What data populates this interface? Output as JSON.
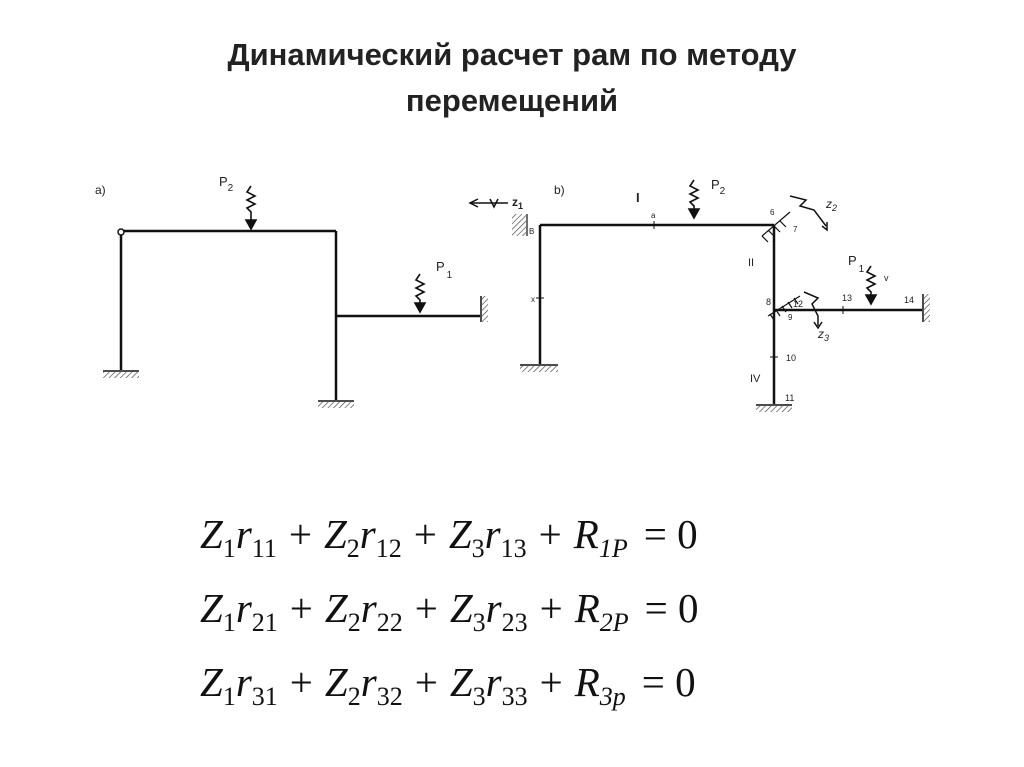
{
  "title": {
    "line1": "Динамический расчет рам по методу",
    "line2": "перемещений"
  },
  "diagram_a": {
    "label": "a)",
    "load_p2": "P",
    "load_p2_sub": "2",
    "load_p1": "P",
    "load_p1_sub": "1"
  },
  "diagram_b": {
    "label": "b)",
    "z1": "z",
    "z1_sub": "1",
    "z2": "z",
    "z2_sub": "2",
    "z3": "z",
    "z3_sub": "3",
    "load_p2": "P",
    "load_p2_sub": "2",
    "load_p1": "P",
    "load_p1_sub": "1",
    "roman_1": "I",
    "roman_2": "II",
    "roman_4": "IV",
    "node_6": "6",
    "node_8": "8",
    "node_13": "13",
    "node_14": "14",
    "node_10": "10",
    "node_11": "11",
    "node_12": "12",
    "node_a": "a",
    "node_b": "B",
    "node_7": "7",
    "node_9": "9",
    "node_x": "x",
    "node_v": "v"
  },
  "equations": [
    {
      "z1": "Z",
      "z1s": "1",
      "r1": "r",
      "r1s": "11",
      "z2": "Z",
      "z2s": "2",
      "r2": "r",
      "r2s": "12",
      "z3": "Z",
      "z3s": "3",
      "r3": "r",
      "r3s": "13",
      "R": "R",
      "Rs": "1P",
      "plus": "+",
      "eq": "= 0"
    },
    {
      "z1": "Z",
      "z1s": "1",
      "r1": "r",
      "r1s": "21",
      "z2": "Z",
      "z2s": "2",
      "r2": "r",
      "r2s": "22",
      "z3": "Z",
      "z3s": "3",
      "r3": "r",
      "r3s": "23",
      "R": "R",
      "Rs": "2P",
      "plus": "+",
      "eq": "= 0"
    },
    {
      "z1": "Z",
      "z1s": "1",
      "r1": "r",
      "r1s": "31",
      "z2": "Z",
      "z2s": "2",
      "r2": "r",
      "r2s": "32",
      "z3": "Z",
      "z3s": "3",
      "r3": "r",
      "r3s": "33",
      "R": "R",
      "Rs": "3p",
      "plus": "+",
      "eq": "= 0"
    }
  ]
}
